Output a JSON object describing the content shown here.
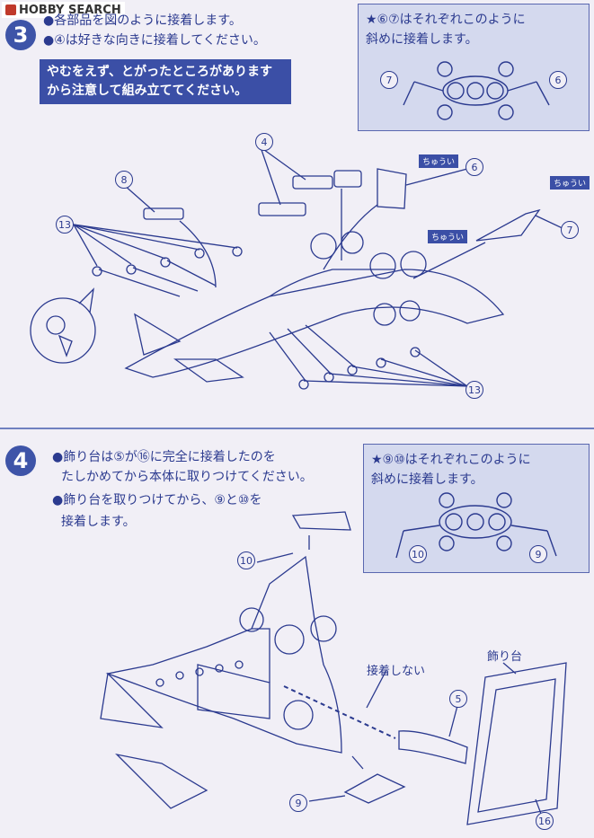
{
  "logo": {
    "text": "HOBBY SEARCH"
  },
  "step3": {
    "number": "3",
    "line1": "●各部品を図のように接着します。",
    "line2": "●④は好きな向きに接着してください。",
    "warning_line1": "やむをえず、とがったところがあります",
    "warning_line2": "から注意して組み立ててください。",
    "inset_line1": "★⑥⑦はそれぞれこのように",
    "inset_line2": "斜めに接着します。",
    "inset_label_left": "7",
    "inset_label_right": "6",
    "labels": {
      "p4": "4",
      "p6": "6",
      "p7": "7",
      "p8": "8",
      "p13a": "13",
      "p13b": "13"
    },
    "arrow_tag1": "ちゅうい",
    "arrow_tag2": "ちゅうい",
    "arrow_tag3": "ちゅうい"
  },
  "step4": {
    "number": "4",
    "line1": "●飾り台は⑤が⑯に完全に接着したのを",
    "line2": "たしかめてから本体に取りつけてください。",
    "line3": "●飾り台を取りつけてから、⑨と⑩を",
    "line4": "接着します。",
    "inset_line1": "★⑨⑩はそれぞれこのように",
    "inset_line2": "斜めに接着します。",
    "inset_label_left": "10",
    "inset_label_right": "9",
    "labels": {
      "p10": "10",
      "p5": "5",
      "p9": "9",
      "p16": "16"
    },
    "callout_no_glue": "接着しない",
    "callout_stand": "飾り台"
  },
  "colors": {
    "ink": "#2b3a8f",
    "panel": "#3b4fa6",
    "paper": "#f1eff6",
    "inset_bg": "#d4d9ee"
  }
}
